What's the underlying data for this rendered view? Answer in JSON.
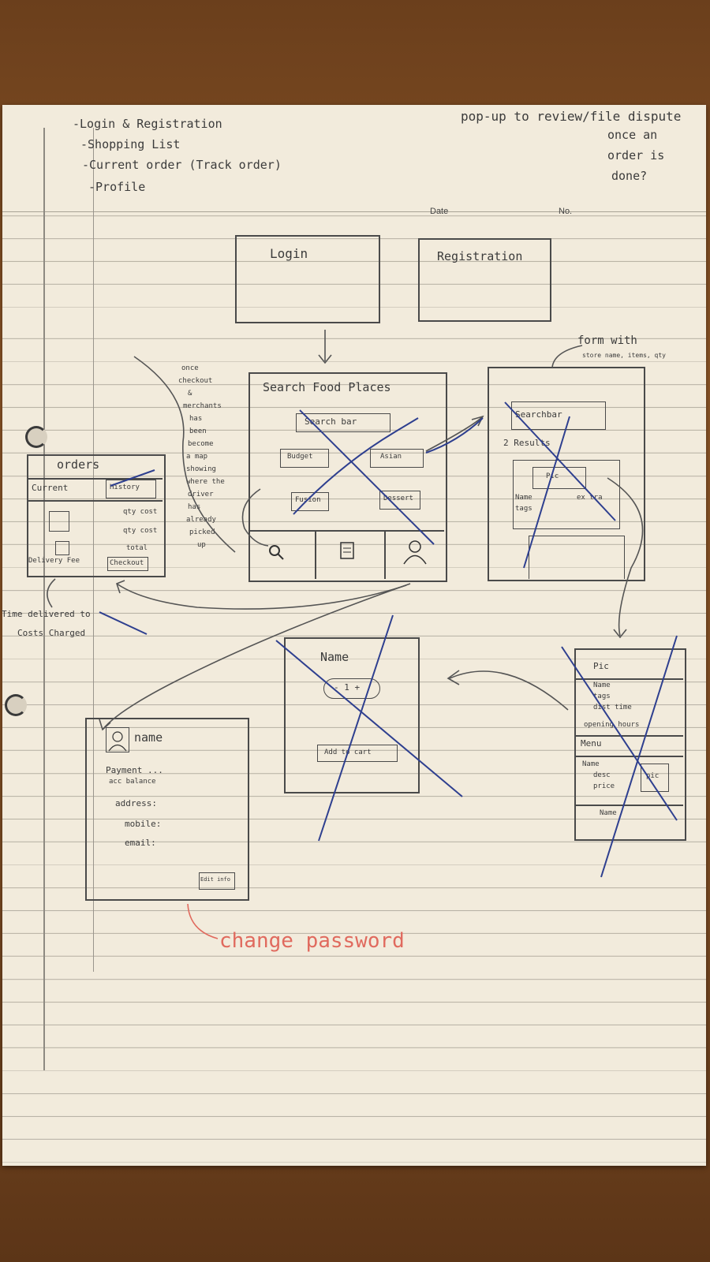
{
  "notes_topleft": [
    "-Login & Registration",
    "-Shopping List",
    "-Current order (Track order)",
    "-Profile"
  ],
  "notes_topright": [
    "pop-up to review/file dispute",
    "once an",
    "order is",
    "done?"
  ],
  "header_fields": {
    "date": "Date",
    "no": "No."
  },
  "login_box": {
    "title": "Login"
  },
  "registration_box": {
    "title": "Registration"
  },
  "search_screen": {
    "title": "Search Food Places",
    "searchbar": "Search bar",
    "chips": [
      "Budget",
      "Asian",
      "Fusion",
      "Dessert"
    ],
    "nav_icons": [
      "search-icon",
      "list-icon",
      "profile-icon"
    ]
  },
  "side_note": [
    "once",
    "checkout",
    "&",
    "merchants",
    "has",
    "been",
    "become",
    "a map",
    "showing",
    "where the",
    "driver",
    "has",
    "already",
    "picked",
    "up"
  ],
  "form_note": [
    "form with",
    "store name, items, qty"
  ],
  "results_screen": {
    "searchbar": "Searchbar",
    "results": "2 Results",
    "pic": "Pic",
    "name": "Name",
    "tags": "tags",
    "extra": "ex tra"
  },
  "orders_screen": {
    "title": "orders",
    "tabs": [
      "Current",
      "History"
    ],
    "rows": [
      "qty cost",
      "qty cost",
      "total"
    ],
    "delivery_fee": "Delivery Fee",
    "checkout": "Checkout"
  },
  "left_edge_note": [
    "Time delivered to",
    "Costs Charged"
  ],
  "item_popup": {
    "name": "Name",
    "stepper": "- 1 +",
    "add_to_cart": "Add to cart"
  },
  "restaurant_screen": {
    "pic": "Pic",
    "name": "Name",
    "tags": "tags",
    "dist": "dist time",
    "hours": "opening hours",
    "menu": "Menu",
    "item_name": "Name",
    "item_desc": "desc",
    "item_price": "price",
    "item_pic": "pic",
    "item_name_2": "Name"
  },
  "profile_screen": {
    "name": "name",
    "payment": "Payment ...",
    "acc_balance": "acc balance",
    "address": "address:",
    "mobile": "mobile:",
    "email": "email:",
    "edit": "Edit info"
  },
  "change_password": "change password",
  "colors": {
    "pencil": "#3b3b3b",
    "pen_blue": "#2e3f8f",
    "red_pen": "#e06a5e",
    "paper": "#f2ebdc",
    "desk": "#7a4a22"
  }
}
